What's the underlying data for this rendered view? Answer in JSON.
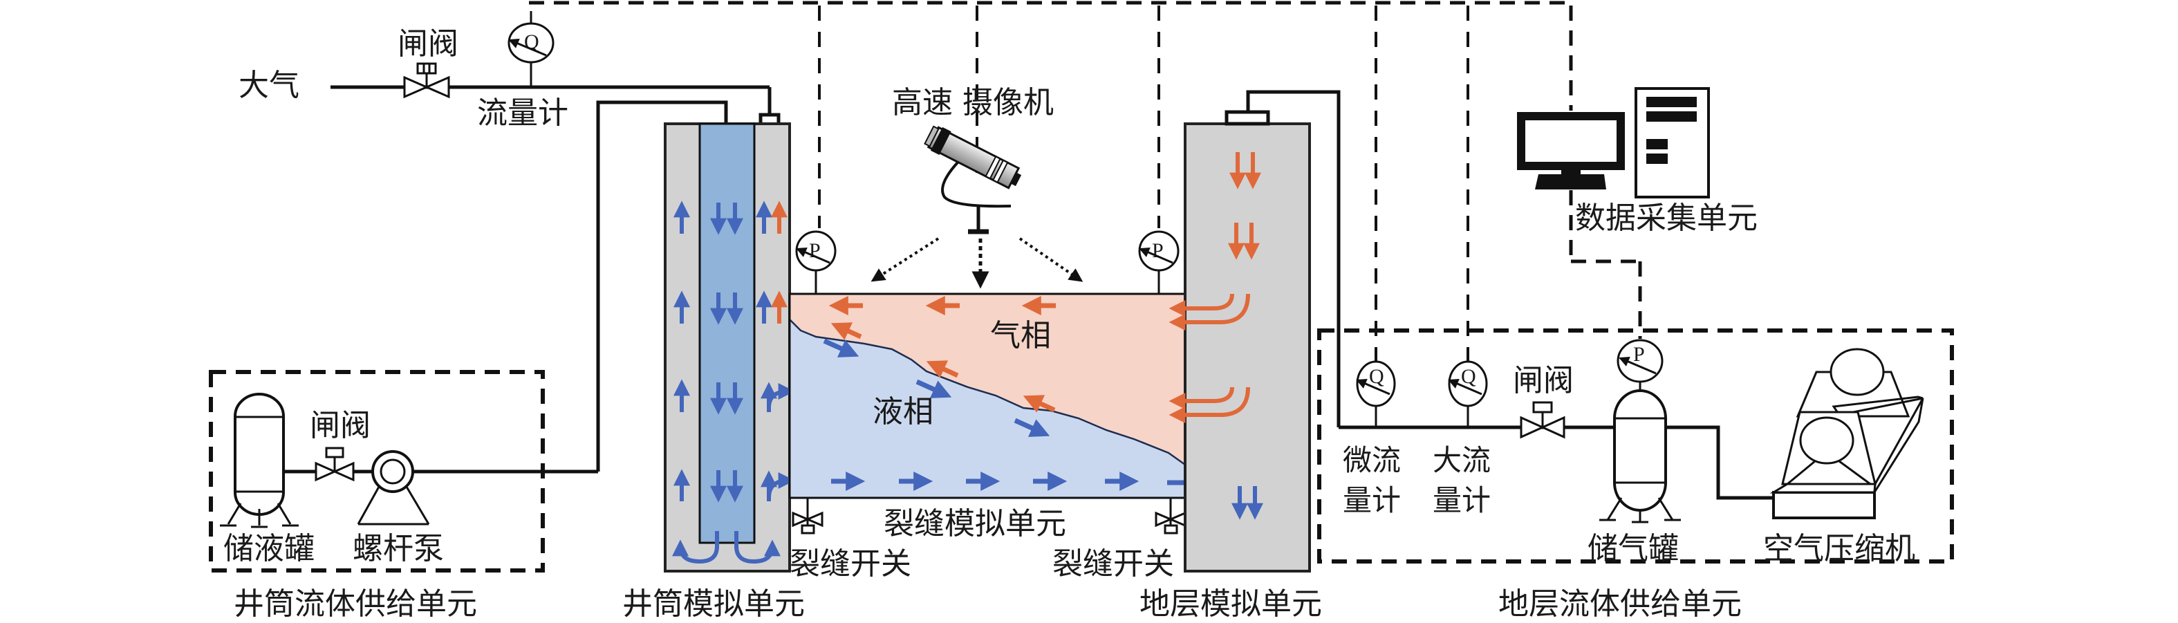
{
  "figure": {
    "title": "Gas-liquid flow experimental apparatus schematic",
    "colors": {
      "wall_gray": "#d2d2d2",
      "inner_tube_blue": "#8fb3d9",
      "liquid_phase": "#cad8ef",
      "gas_phase": "#f6d4c8",
      "liquid_arrow": "#4466bb",
      "gas_arrow": "#e0693a",
      "line": "#111111"
    }
  },
  "labels": {
    "atmosphere": "大气",
    "gate_valve_top": "闸阀",
    "flowmeter_top": "流量计",
    "high_speed_camera": "高速  摄像机",
    "data_acquisition_unit": "数据采集单元",
    "gas_phase": "气相",
    "liquid_phase": "液相",
    "fracture_sim_unit": "裂缝模拟单元",
    "fracture_switch_left": "裂缝开关",
    "fracture_switch_right": "裂缝开关",
    "gate_valve_left": "闸阀",
    "liquid_tank": "储液罐",
    "screw_pump": "螺杆泵",
    "wellbore_fluid_supply_unit": "井筒流体供给单元",
    "wellbore_sim_unit": "井筒模拟单元",
    "formation_sim_unit": "地层模拟单元",
    "formation_fluid_supply_unit": "地层流体供给单元",
    "micro_flowmeter_line1": "微流",
    "micro_flowmeter_line2": "量计",
    "large_flowmeter_line1": "大流",
    "large_flowmeter_line2": "量计",
    "gate_valve_right": "闸阀",
    "gas_tank": "储气罐",
    "air_compressor": "空气压缩机"
  },
  "gauges": {
    "flow_symbol": "Q",
    "pressure_symbol": "P"
  },
  "icons": {
    "camera": "high-speed-camera-icon",
    "monitor": "computer-monitor-icon",
    "tower": "computer-tower-icon",
    "compressor": "air-compressor-icon",
    "tank": "pressure-vessel-icon",
    "pump": "screw-pump-icon",
    "valve": "gate-valve-icon"
  }
}
